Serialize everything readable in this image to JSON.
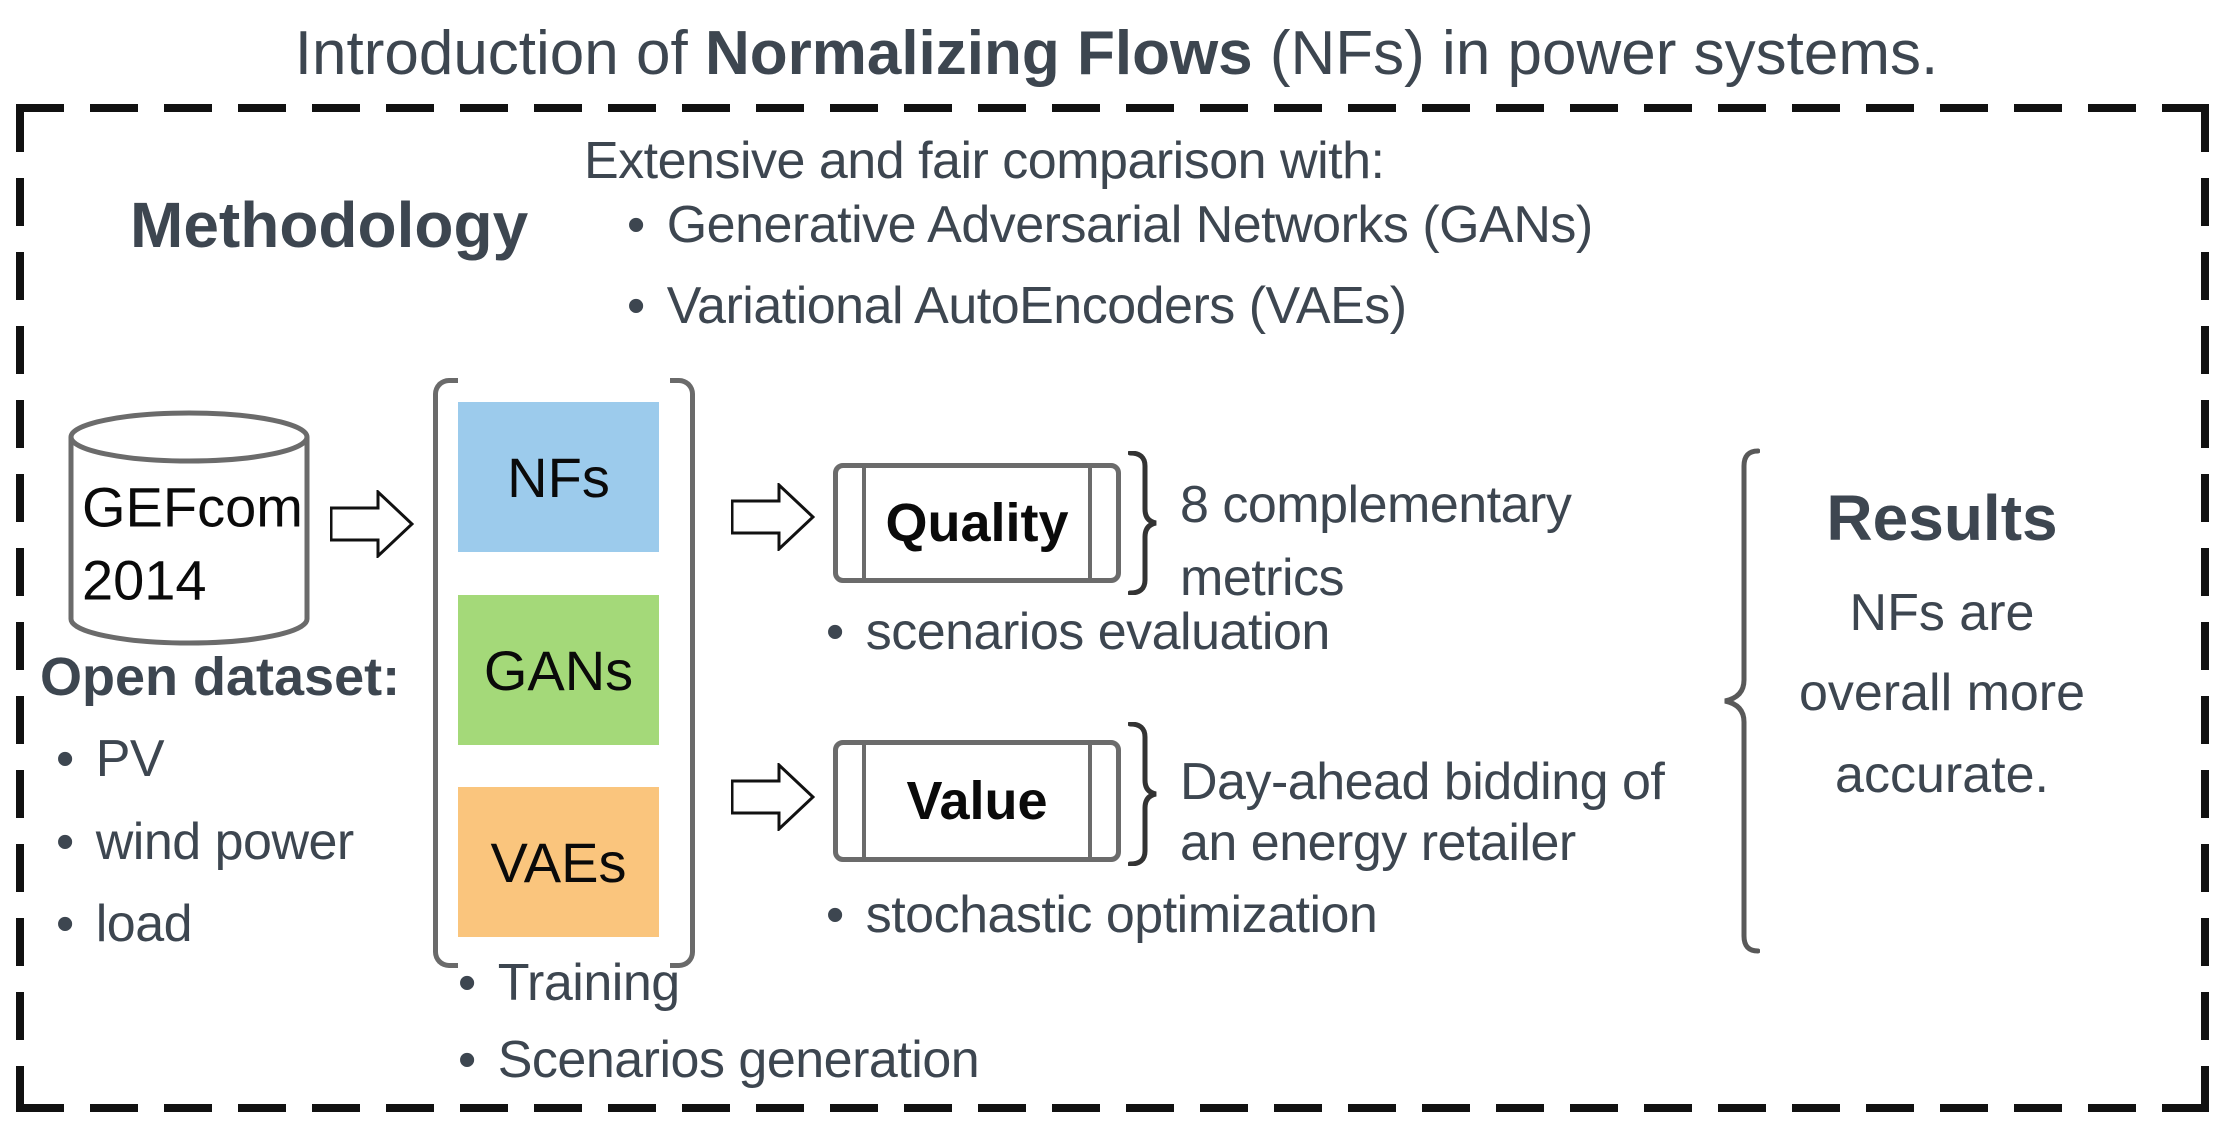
{
  "ui": {
    "bullet": "•"
  },
  "colors": {
    "text": "#3d4650",
    "shape_border": "#6b6b6b",
    "nfs_box": "#9ccbec",
    "gans_box": "#a4d979",
    "vaes_box": "#fac57d"
  },
  "title": {
    "prefix": "Introduction of ",
    "bold": "Normalizing Flows",
    "suffix": " (NFs) in power systems."
  },
  "methodology": {
    "heading": "Methodology",
    "comparison": {
      "intro": "Extensive and fair comparison with:",
      "items": [
        "Generative Adversarial Networks (GANs)",
        "Variational AutoEncoders (VAEs)"
      ]
    },
    "dataset": {
      "db_line1": "GEFcom",
      "db_line2": "2014",
      "heading": "Open dataset:",
      "items": [
        "PV",
        "wind power",
        "load"
      ]
    },
    "models": [
      {
        "label": "NFs",
        "color": "#9ccbec"
      },
      {
        "label": "GANs",
        "color": "#a4d979"
      },
      {
        "label": "VAEs",
        "color": "#fac57d"
      }
    ],
    "model_steps": [
      "Training",
      "Scenarios generation"
    ],
    "evaluation": {
      "quality": {
        "label": "Quality",
        "note_line1": "8 complementary",
        "note_line2": "metrics",
        "bullet_item": "scenarios evaluation"
      },
      "value": {
        "label": "Value",
        "note_line1": "Day-ahead bidding of",
        "note_line2": "an energy retailer",
        "bullet_item": "stochastic optimization"
      }
    }
  },
  "results": {
    "heading": "Results",
    "lines": [
      "NFs are",
      "overall more",
      "accurate."
    ]
  }
}
